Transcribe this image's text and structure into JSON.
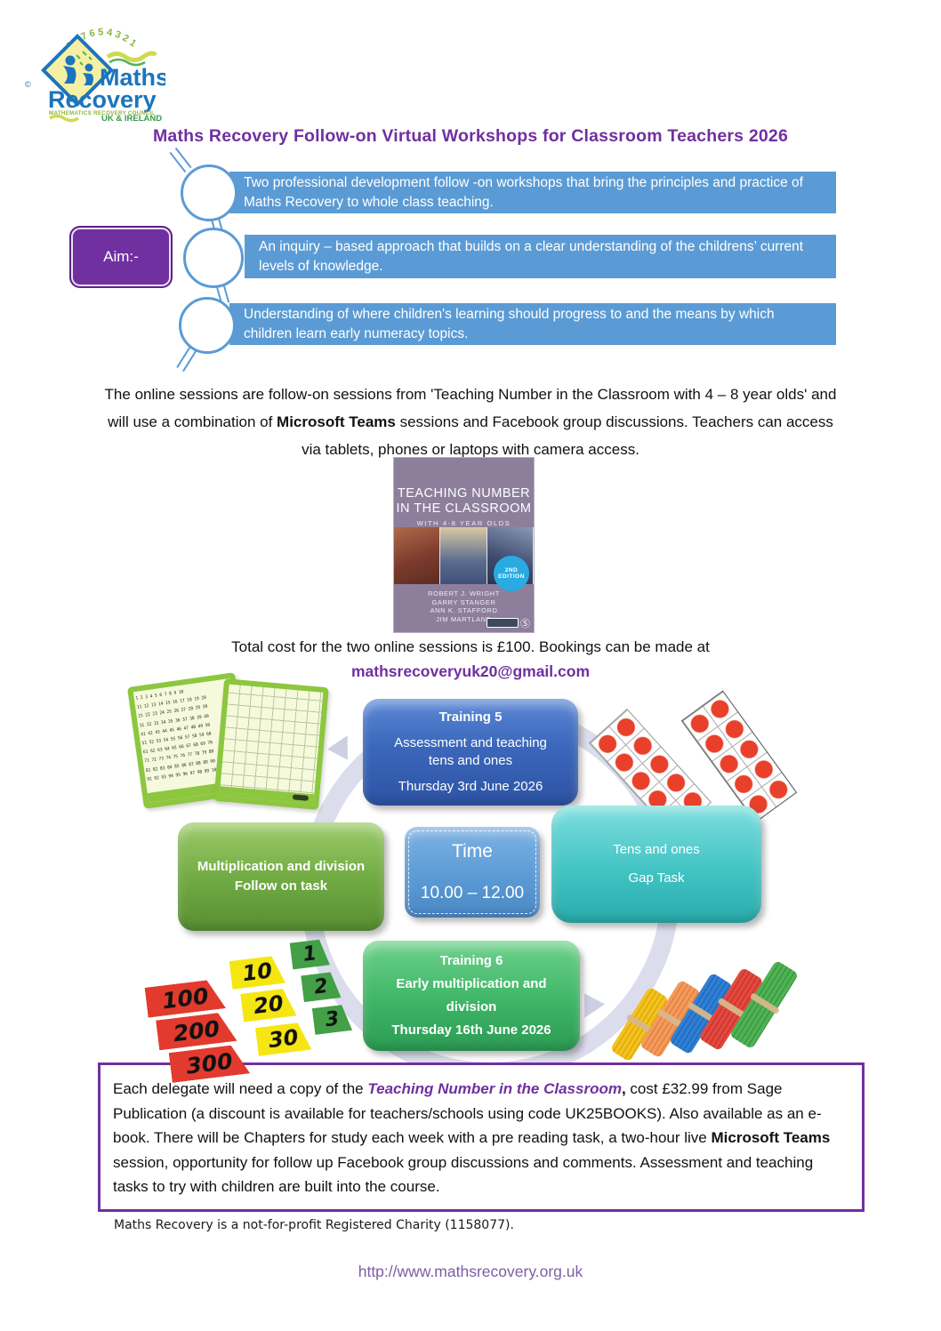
{
  "logo": {
    "arc_digits": "9 8 7 6 5 4 3 2 1",
    "name_line1": "Maths",
    "name_line2": "Recovery",
    "subtitle": "MATHEMATICS RECOVERY COUNCIL",
    "region": "UK & IRELAND",
    "copyright": "©"
  },
  "page_title": "Maths Recovery Follow-on Virtual Workshops for Classroom Teachers 2026",
  "aims": {
    "label": "Aim:-",
    "items": [
      "Two professional development follow -on workshops that bring the principles and practice of Maths Recovery to whole class teaching.",
      "An inquiry – based approach  that builds on a clear understanding of the childrens’ current levels of knowledge.",
      "Understanding of where children's learning should progress to and the means by which children learn early numeracy topics."
    ]
  },
  "intro": {
    "segments": [
      {
        "text": "The online sessions are follow-on sessions from 'Teaching Number in the Classroom with 4 – 8 year olds' and will use a combination of "
      },
      {
        "text": "Microsoft Teams",
        "bold": true
      },
      {
        "text": " sessions and Facebook group discussions. Teachers can access via tablets, phones or laptops with camera access."
      }
    ]
  },
  "book": {
    "title_line1": "TEACHING NUMBER",
    "title_line2": "IN THE CLASSROOM",
    "subtitle": "WITH 4-8 YEAR OLDS",
    "authors": [
      "ROBERT J. WRIGHT",
      "GARRY STANGER",
      "ANN K. STAFFORD",
      "JIM MARTLAND"
    ],
    "edition_badge_line1": "2ND",
    "edition_badge_line2": "EDITION"
  },
  "cost": {
    "line": "Total cost for the two online sessions is £100. Bookings can be made at",
    "email": "mathsrecoveryuk20@gmail.com"
  },
  "diagram": {
    "training5": {
      "title": "Training 5",
      "line1": "Assessment and teaching tens and ones",
      "line2": "Thursday 3rd June 2026"
    },
    "multiplication": {
      "line1": "Multiplication and division",
      "line2": "Follow on task"
    },
    "time": {
      "title": "Time",
      "value": "10.00 – 12.00"
    },
    "tens_ones": {
      "line1": "Tens and ones",
      "line2": "Gap Task"
    },
    "training6": {
      "title": "Training 6",
      "line1": "Early multiplication and",
      "line2": "division",
      "line3": "Thursday 16th  June 2026"
    },
    "arrow_cards": {
      "hundreds": [
        "100",
        "200",
        "300"
      ],
      "tens": [
        "10",
        "20",
        "30"
      ],
      "ones": [
        "1",
        "2",
        "3"
      ]
    }
  },
  "decor": {
    "hundred_chart": {
      "rows": [
        "1 2 3 4 5 6 7 8 9 10",
        "11 12 13 14 15 16 17 18 19 20",
        "21 22 23 24 25 26 27 28 29 30",
        "31 32 33 34 35 36 37 38 39 40",
        "41 42 43 44 45 46 47 48 49 50",
        "51 52 53 54 55 56 57 58 59 60",
        "61 62 63 64 65 66 67 68 69 70",
        "71 72 73 74 75 76 77 78 79 80",
        "81 82 83 84 85 86 87 88 89 90",
        "91 92 93 94 95 96 97 98 99 100"
      ]
    }
  },
  "info_box": {
    "segments": [
      {
        "text": "Each delegate will need a copy of the "
      },
      {
        "text": "Teaching Number in the Classroom",
        "bold": true,
        "italic": true,
        "color": "#7030A0"
      },
      {
        "text": ",",
        "bold": true
      },
      {
        "text": " cost £32.99 from Sage Publication (a discount is available for teachers/schools using code UK25BOOKS). Also available as an e-book. There will be Chapters for study each week with a pre reading task, a two-hour live "
      },
      {
        "text": "Microsoft Teams",
        "bold": true
      },
      {
        "text": " session, opportunity for follow up Facebook group discussions and comments.  Assessment and teaching tasks to try with children are built into the course."
      }
    ]
  },
  "footer": {
    "charity": "Maths Recovery is a not-for-profit Registered Charity (1158077).",
    "url": "http://www.mathsrecovery.org.uk"
  },
  "colors": {
    "title_purple": "#7030A0",
    "callout_blue": "#5B9BD5",
    "aim_purple": "#7030A0",
    "training5_blue": "#3b67bb",
    "mult_green": "#72ac44",
    "time_blue": "#5b9bd5",
    "tens_teal": "#43c4c4",
    "training6_green": "#3eb567",
    "ring_lavender": "#DBDDEC",
    "link_purple": "#7B5EA7"
  }
}
